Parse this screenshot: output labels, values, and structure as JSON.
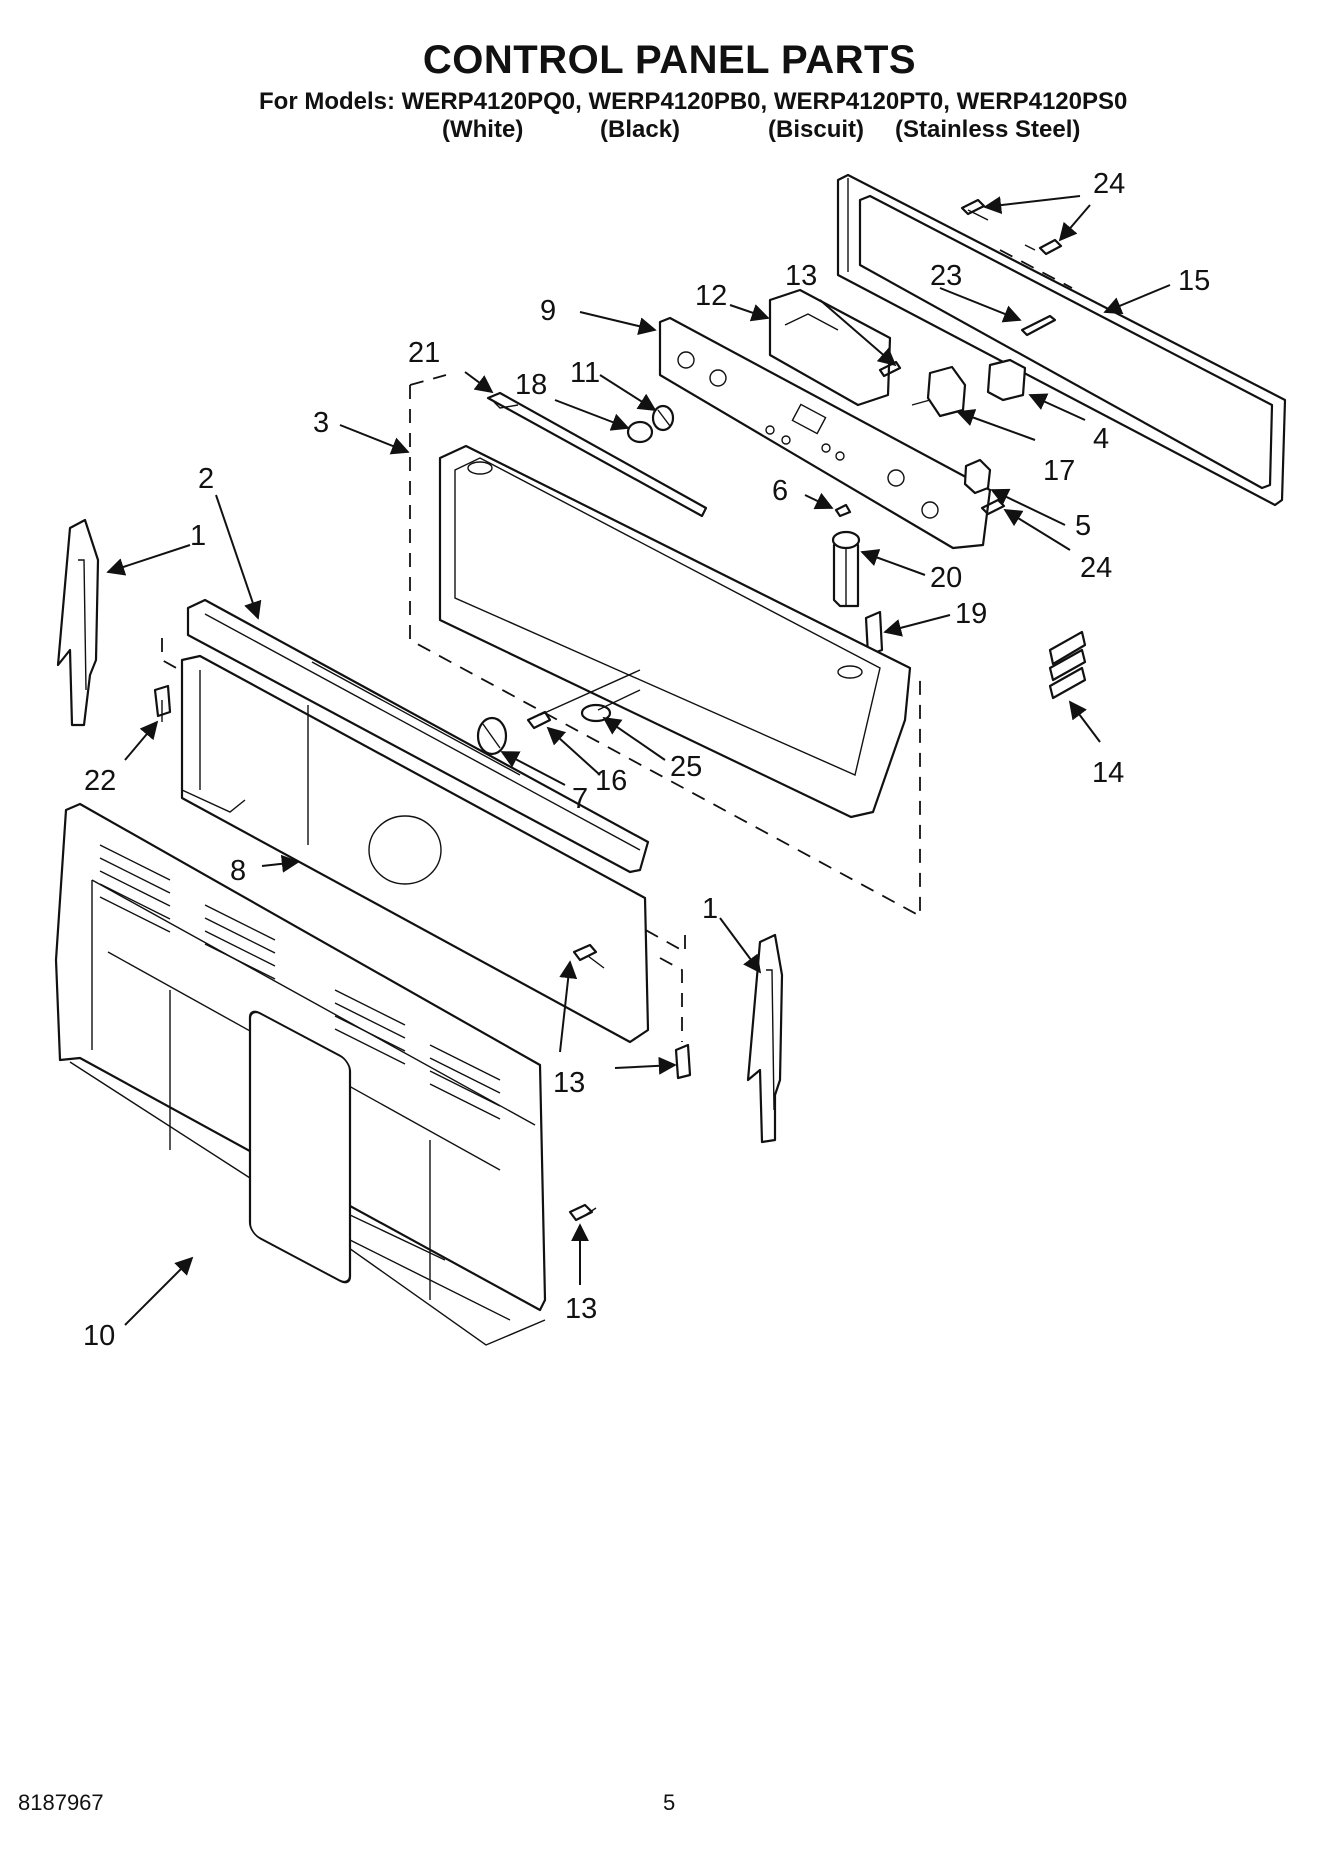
{
  "header": {
    "title": "CONTROL PANEL PARTS",
    "models_prefix": "For Models:",
    "models": [
      "WERP4120PQ0,",
      "WERP4120PB0,",
      "WERP4120PT0,",
      "WERP4120PS0"
    ],
    "colors": [
      "(White)",
      "(Black)",
      "(Biscuit)",
      "(Stainless Steel)"
    ]
  },
  "callouts": {
    "c1a": "1",
    "c1b": "1",
    "c2": "2",
    "c3": "3",
    "c4": "4",
    "c5": "5",
    "c6": "6",
    "c7": "7",
    "c8": "8",
    "c9": "9",
    "c10": "10",
    "c11": "11",
    "c12": "12",
    "c13a": "13",
    "c13b": "13",
    "c13c": "13",
    "c14": "14",
    "c15": "15",
    "c16": "16",
    "c17": "17",
    "c18": "18",
    "c19": "19",
    "c20": "20",
    "c21": "21",
    "c22": "22",
    "c23": "23",
    "c24a": "24",
    "c24b": "24",
    "c25": "25"
  },
  "footer": {
    "doc_number": "8187967",
    "page_number": "5"
  }
}
